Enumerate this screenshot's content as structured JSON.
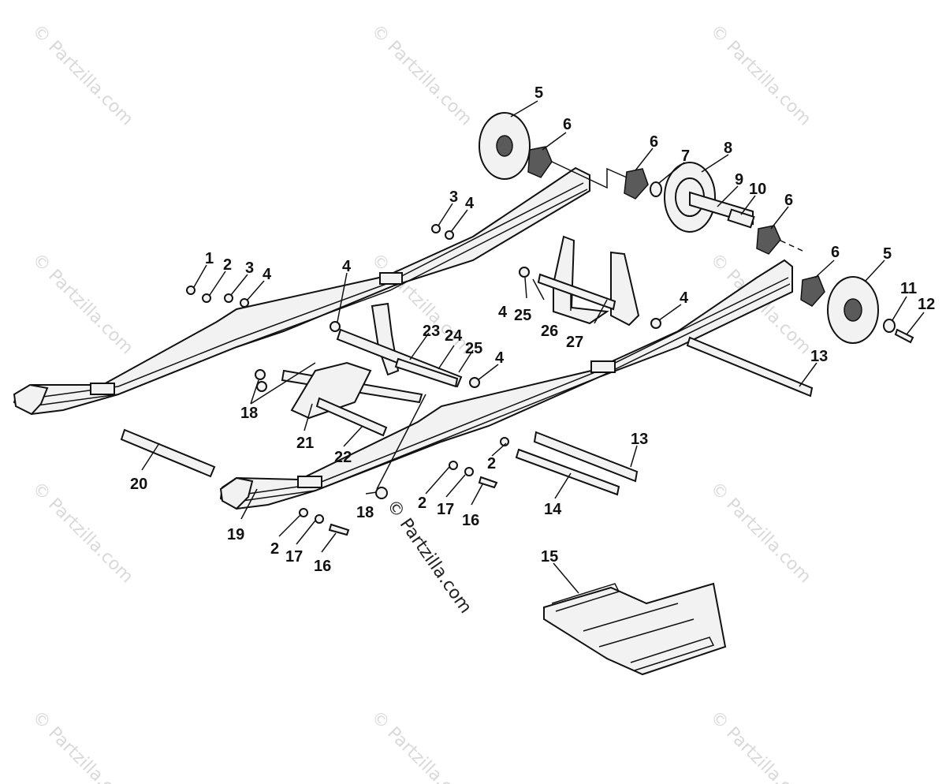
{
  "watermark": {
    "text": "© Partzilla.com",
    "center_text": "© Partzilla.com"
  },
  "callouts": {
    "c1": "1",
    "c2a": "2",
    "c3a": "3",
    "c4a": "4",
    "c3b": "3",
    "c4b": "4",
    "c4c": "4",
    "c4d": "4",
    "c4e": "4",
    "c4f": "4",
    "c5a": "5",
    "c5b": "5",
    "c6a": "6",
    "c6b": "6",
    "c6c": "6",
    "c6d": "6",
    "c7": "7",
    "c8": "8",
    "c9": "9",
    "c10": "10",
    "c11": "11",
    "c12": "12",
    "c13a": "13",
    "c13b": "13",
    "c14": "14",
    "c15": "15",
    "c16a": "16",
    "c16b": "16",
    "c17a": "17",
    "c17b": "17",
    "c2b": "2",
    "c2c": "2",
    "c2d": "2",
    "c18a": "18",
    "c18b": "18",
    "c19": "19",
    "c20": "20",
    "c21": "21",
    "c22": "22",
    "c23": "23",
    "c24": "24",
    "c25a": "25",
    "c25b": "25",
    "c26": "26",
    "c27": "27"
  },
  "colors": {
    "line": "#111111",
    "part_fill": "#f2f2f2",
    "watermark": "#d9d9d9"
  }
}
